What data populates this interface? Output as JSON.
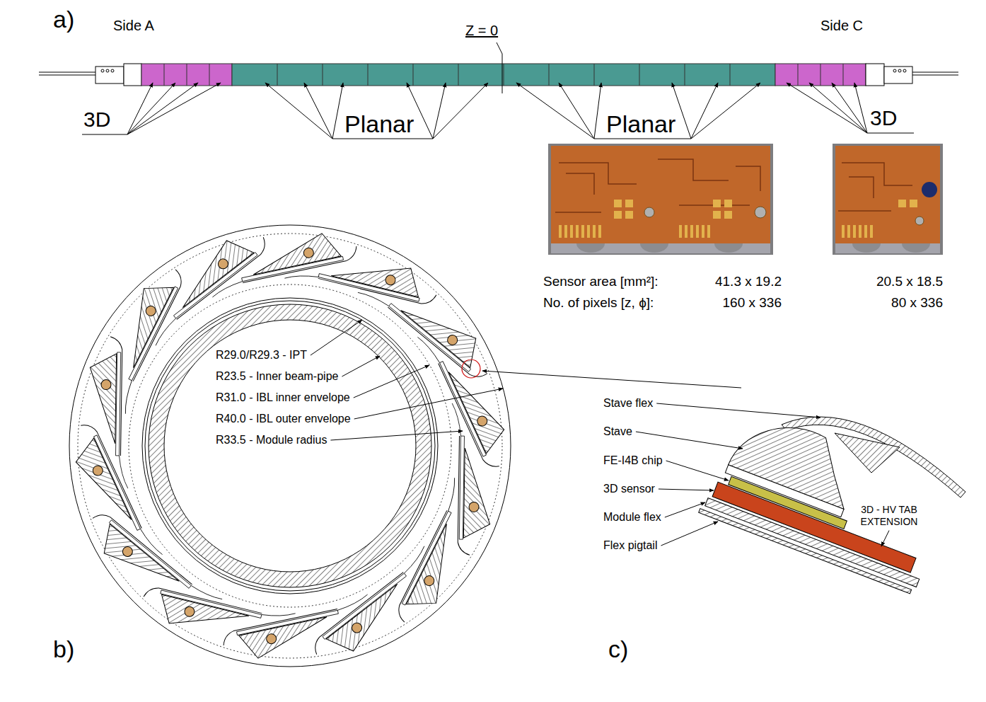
{
  "diagram": {
    "labels": [
      "a)",
      "Side A",
      "Z = 0",
      "Side C",
      "3D",
      "Planar",
      "Planar",
      "3D",
      "Sensor area [mm²]:",
      "41.3 x 19.2",
      "20.5 x 18.5",
      "No. of pixels [z, ϕ]:",
      "160 x 336",
      "80 x 336",
      "R29.0/R29.3 - IPT",
      "R23.5 - Inner beam-pipe",
      "R31.0 - IBL inner envelope",
      "R40.0 - IBL outer envelope",
      "R33.5 - Module radius",
      "b)",
      "Stave flex",
      "Stave",
      "FE-I4B chip",
      "3D sensor",
      "Module flex",
      "Flex pigtail",
      "3D - HV TAB EXTENSION",
      "c)"
    ]
  }
}
